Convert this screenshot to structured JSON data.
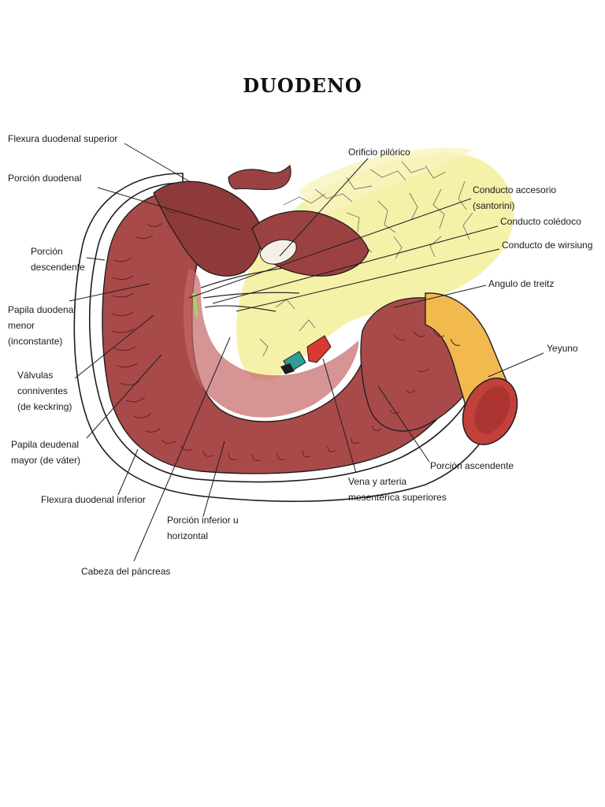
{
  "title": "DUODENO",
  "colors": {
    "intestine": "#a94a4a",
    "intestine_dark": "#7d2b2b",
    "pancreas": "#f4ef9a",
    "jejunum_tube": "#f2b94f",
    "vein": "#2f9e97",
    "artery": "#d83a30",
    "outline": "#1e1e1e"
  },
  "labels": {
    "flexura_superior": "Flexura duodenal superior",
    "porcion_duodenal": "Porción duodenal",
    "porcion_descendente": [
      "Porción",
      "descendente"
    ],
    "papila_menor": [
      "Papila duodenal",
      "menor",
      "(inconstante)"
    ],
    "valvulas": [
      "Válvulas",
      "conniventes",
      "(de keckring)"
    ],
    "papila_mayor": [
      "Papila deudenal",
      "mayor (de váter)"
    ],
    "flexura_inferior": "Flexura duodenal inferior",
    "porcion_inferior": [
      "Porción inferior u",
      "horizontal"
    ],
    "cabeza_pancreas": "Cabeza del páncreas",
    "orificio_pilorico": "Orificio pilórico",
    "conducto_accesorio": [
      "Conducto accesorio",
      "(santorini)"
    ],
    "conducto_coledoco": "Conducto colédoco",
    "conducto_wirsiung": "Conducto de wirsiung",
    "angulo_treitz": "Angulo de treitz",
    "yeyuno": "Yeyuno",
    "porcion_ascendente": "Porción ascendente",
    "vena_arteria": [
      "Vena y arteria",
      "mesentérica superiores"
    ]
  }
}
